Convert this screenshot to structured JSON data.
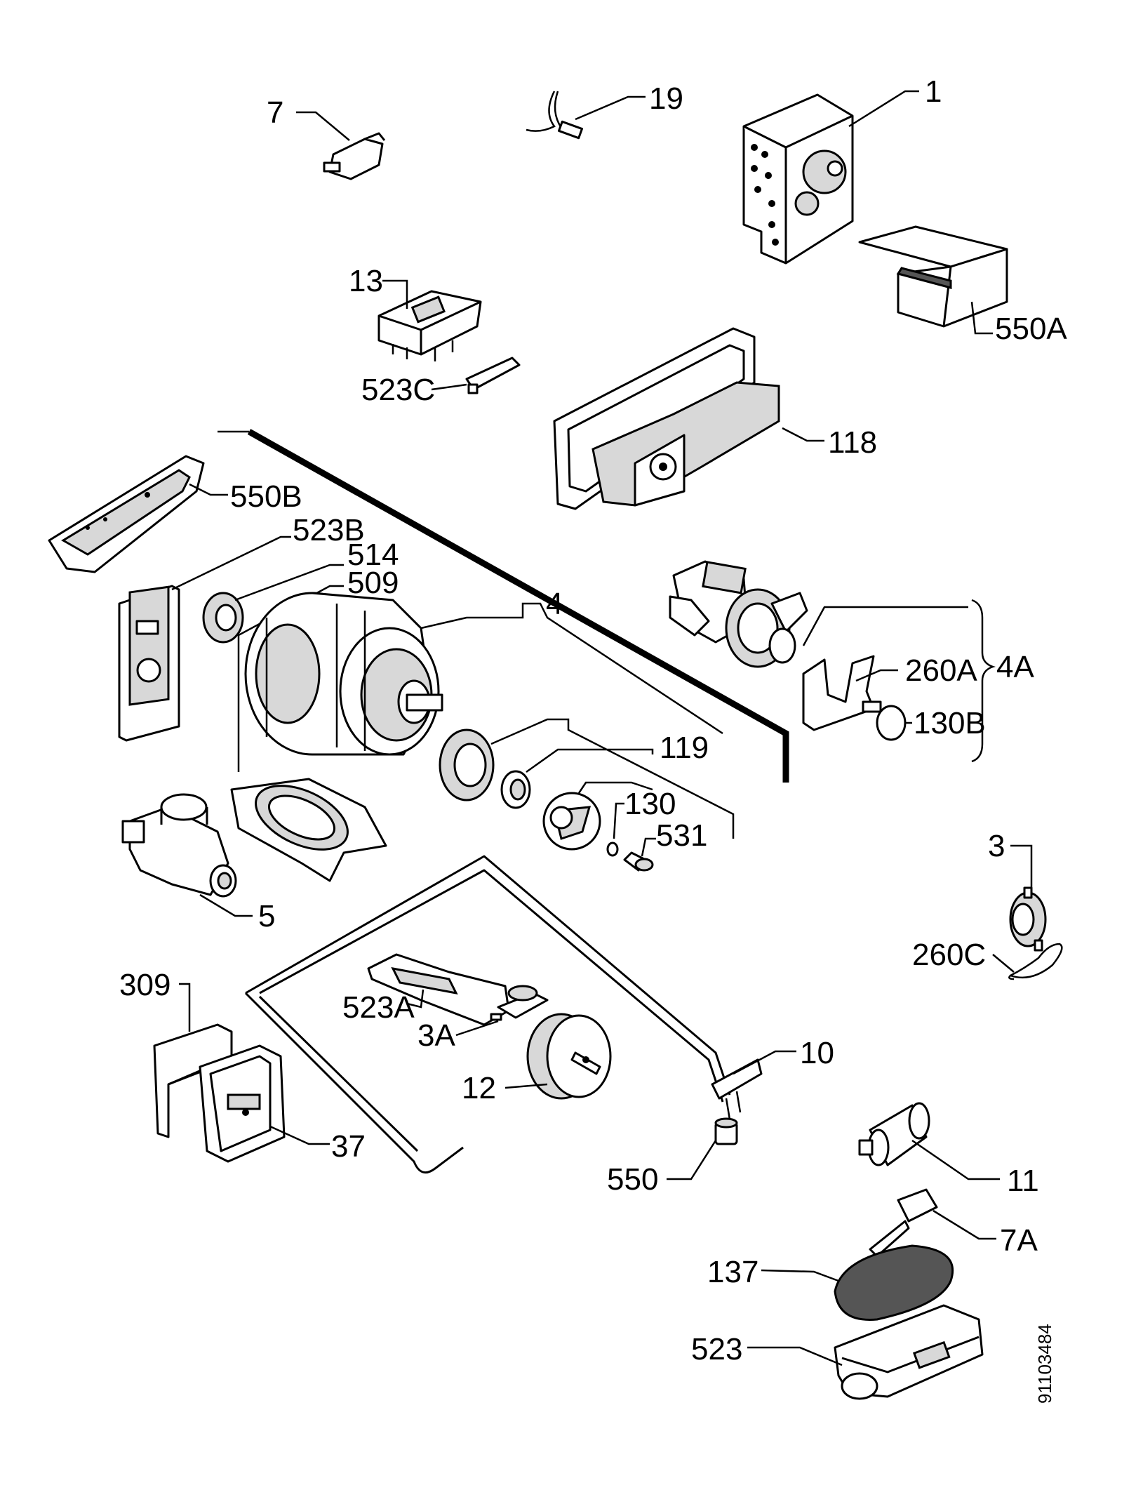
{
  "labels": {
    "l1": "1",
    "l3": "3",
    "l3A": "3A",
    "l4": "4",
    "l4A": "4A",
    "l5": "5",
    "l7": "7",
    "l7A": "7A",
    "l10": "10",
    "l11": "11",
    "l12": "12",
    "l13": "13",
    "l19": "19",
    "l37": "37",
    "l118": "118",
    "l119": "119",
    "l130": "130",
    "l130B": "130B",
    "l137": "137",
    "l260A": "260A",
    "l260C": "260C",
    "l309": "309",
    "l509": "509",
    "l514": "514",
    "l523": "523",
    "l523A": "523A",
    "l523B": "523B",
    "l523C": "523C",
    "l531": "531",
    "l550": "550",
    "l550A": "550A",
    "l550B": "550B"
  },
  "document_code": "91103484"
}
